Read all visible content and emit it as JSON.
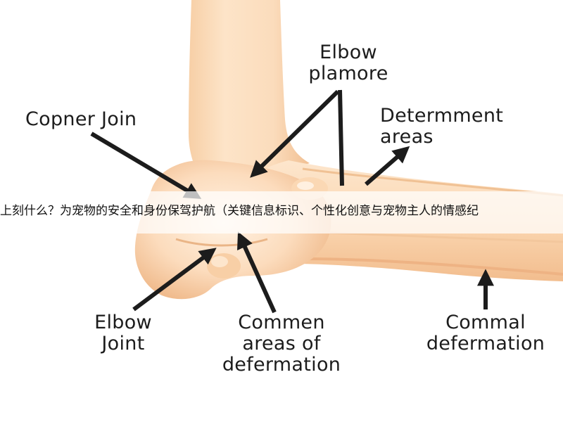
{
  "labels": {
    "elbow_plamore": [
      "Elbow",
      "plamore"
    ],
    "copner_join": "Copner Join",
    "determment_areas": [
      "Determment",
      "areas"
    ],
    "elbow_joint": [
      "Elbow",
      "Joint"
    ],
    "commen_areas": [
      "Commen",
      "areas of",
      "defermation"
    ],
    "commal_defermation": [
      "Commal",
      "defermation"
    ]
  },
  "banner": {
    "text": "上刻什么？为宠物的安全和身份保驾护航（关键信息标识、个性化创意与宠物主人的情感纪"
  },
  "colors": {
    "bone": "#fde0bf",
    "bone_light": "#fff1e0",
    "bone_shadow": "#f3c093",
    "arrow": "#1c1c1c",
    "label": "#1c1c1c"
  }
}
